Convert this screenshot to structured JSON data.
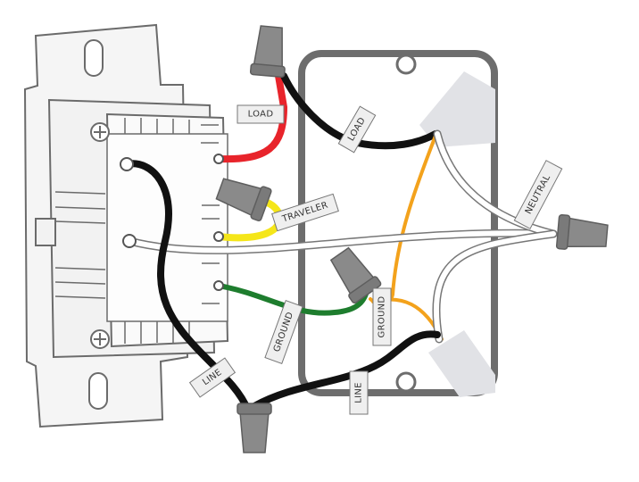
{
  "labels": {
    "load_switch": "LOAD",
    "load_box": "LOAD",
    "traveler": "TRAVELER",
    "neutral": "NEUTRAL",
    "ground_switch": "GROUND",
    "ground_box": "GROUND",
    "line_switch": "LINE",
    "line_box": "LINE"
  },
  "colors": {
    "outline": "#6b6b6b",
    "plate": "#f4f4f4",
    "box_fill": "#ffffff",
    "box_stroke": "#6d6d6d",
    "cable_sheath": "#e1e2e6",
    "wire_red": "#e8242b",
    "wire_black": "#111111",
    "wire_yellow": "#f5e619",
    "wire_green": "#1e7d2e",
    "wire_white": "#ffffff",
    "wire_orange": "#f3a21c",
    "wire_nut": "#8a8a8a",
    "wire_nut_dark": "#6a6a6a",
    "tag_fill": "#efefef"
  },
  "icons": {
    "wire_nut": "wire-nut-icon",
    "screw": "screw-icon",
    "terminal": "terminal-icon"
  }
}
